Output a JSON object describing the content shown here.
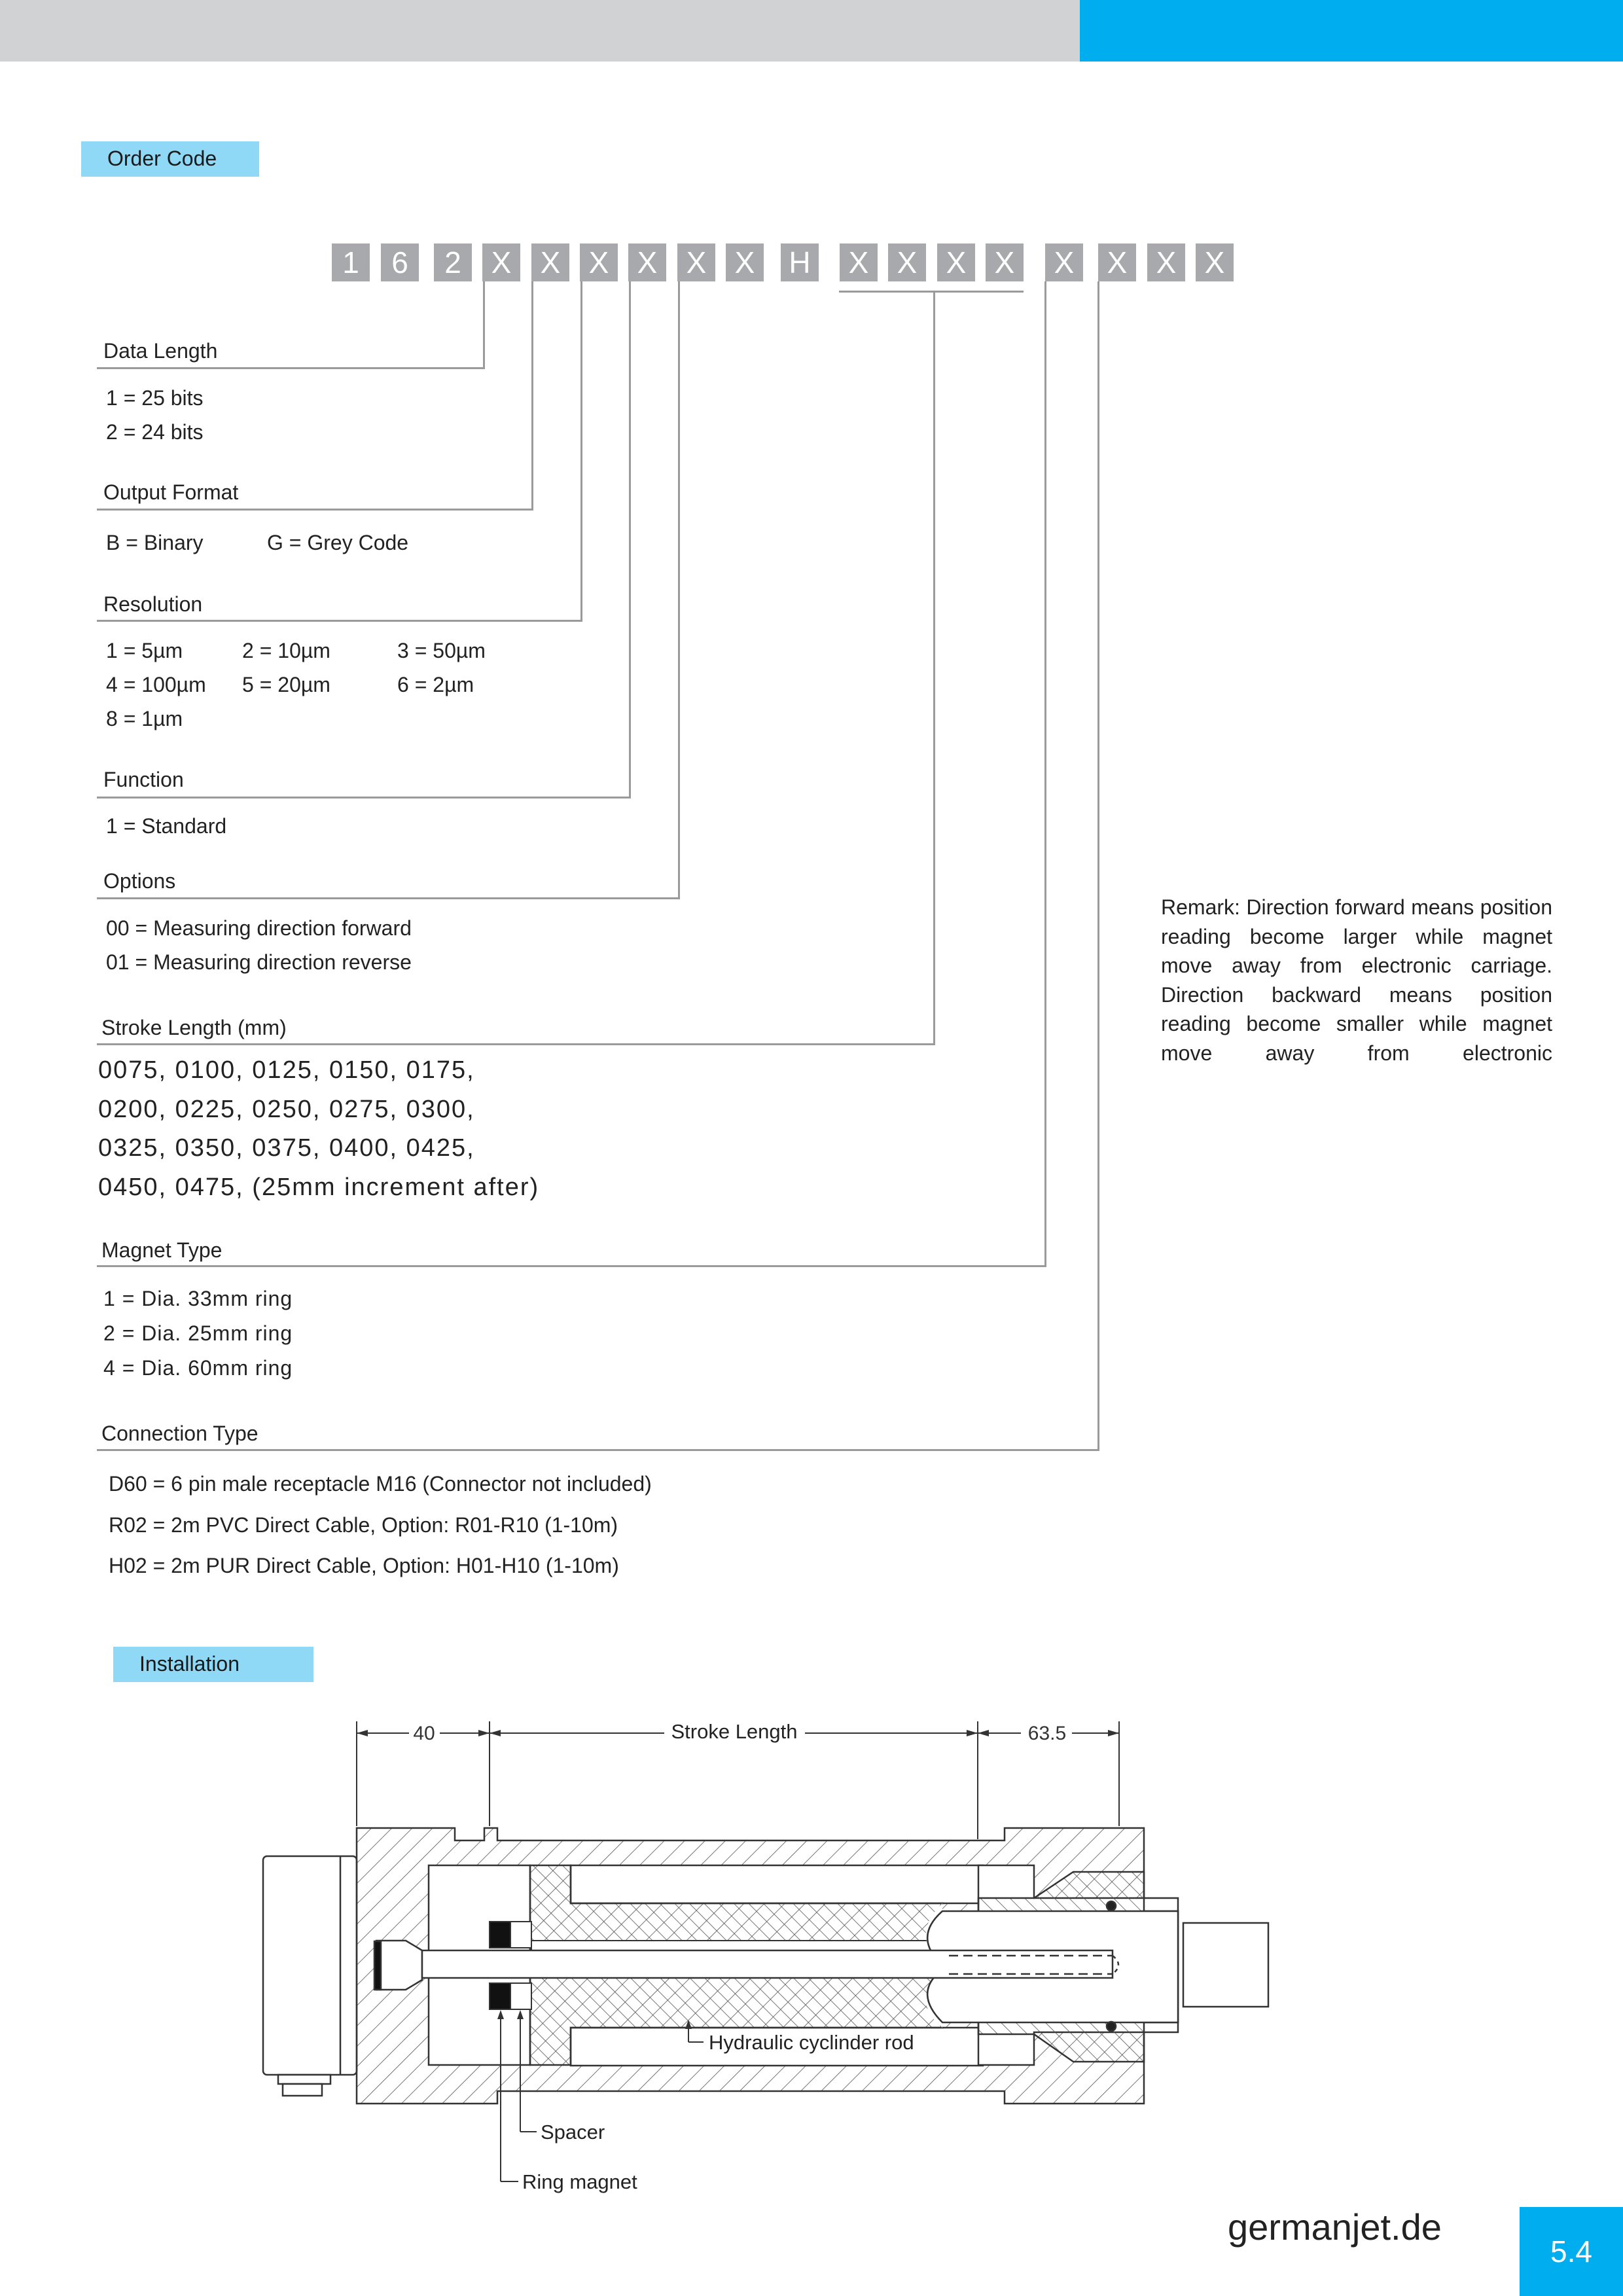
{
  "order_code": {
    "tag": "Order Code",
    "code_chars": [
      "1",
      "6",
      "2",
      "X",
      "X",
      "X",
      "X",
      "X",
      "X",
      "H",
      "X",
      "X",
      "X",
      "X",
      "X",
      "X",
      "X",
      "X"
    ],
    "fields": {
      "data_length": {
        "label": "Data Length",
        "options": [
          "1 = 25 bits",
          "2 = 24 bits"
        ]
      },
      "output_format": {
        "label": "Output Format",
        "options": [
          "B = Binary",
          "G = Grey Code"
        ]
      },
      "resolution": {
        "label": "Resolution",
        "options": [
          "1 = 5µm",
          "2 = 10µm",
          "3 = 50µm",
          "4 = 100µm",
          "5 = 20µm",
          "6 = 2µm",
          "8 = 1µm"
        ]
      },
      "function": {
        "label": "Function",
        "options": [
          "1 = Standard"
        ]
      },
      "options": {
        "label": "Options",
        "options": [
          "00 = Measuring direction forward",
          "01 = Measuring direction reverse"
        ]
      },
      "stroke_length": {
        "label": "Stroke Length (mm)",
        "options": [
          "0075, 0100, 0125, 0150, 0175,",
          "0200, 0225, 0250, 0275, 0300,",
          "0325, 0350, 0375, 0400, 0425,",
          "0450, 0475, (25mm increment after)"
        ]
      },
      "magnet_type": {
        "label": "Magnet Type",
        "options": [
          "1 = Dia. 33mm ring",
          "2 = Dia. 25mm ring",
          "4 = Dia. 60mm ring"
        ]
      },
      "connection_type": {
        "label": "Connection Type",
        "options": [
          "D60 = 6 pin male receptacle M16 (Connector not included)",
          "R02 = 2m PVC Direct Cable, Option: R01-R10 (1-10m)",
          "H02 = 2m PUR Direct Cable, Option: H01-H10 (1-10m)"
        ]
      }
    },
    "remark": "Remark: Direction forward means position reading become larger while magnet move away from electronic carriage. Direction backward means position reading become smaller while magnet move away from electronic"
  },
  "installation": {
    "tag": "Installation",
    "dim_left": "40",
    "dim_stroke": "Stroke Length",
    "dim_right": "63.5",
    "label_rod": "Hydraulic cyclinder rod",
    "label_spacer": "Spacer",
    "label_magnet": "Ring magnet"
  },
  "footer": {
    "site": "germanjet.de",
    "page": "5.4"
  },
  "colors": {
    "accent_blue": "#00aeef",
    "tag_blue": "#8fd9f7",
    "box_gray": "#a7a9ac",
    "bar_gray": "#d1d2d4"
  }
}
